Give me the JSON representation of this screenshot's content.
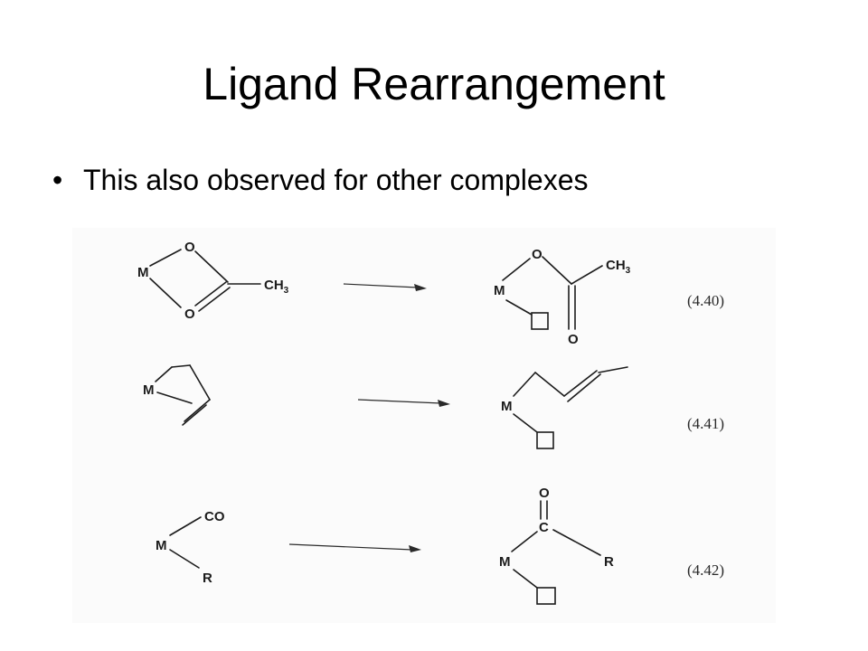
{
  "slide": {
    "title": "Ligand Rearrangement",
    "bullets": [
      {
        "mark": "•",
        "text": "This also observed for other complexes"
      }
    ]
  },
  "figure": {
    "atoms": {
      "metal": "M",
      "oxygen": "O",
      "carbon": "C",
      "methyl": "CH",
      "methyl_subscript": "3",
      "carbonyl": "CO",
      "r_group": "R"
    },
    "reactions": [
      {
        "label": "(4.40)"
      },
      {
        "label": "(4.41)"
      },
      {
        "label": "(4.42)"
      }
    ]
  }
}
